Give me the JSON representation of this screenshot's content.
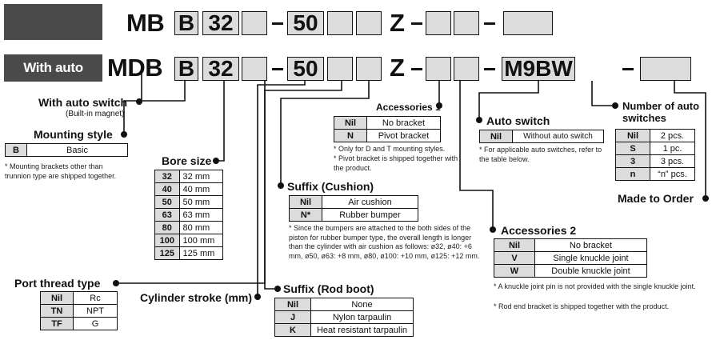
{
  "header": {
    "auto_switch_label": "With auto switch"
  },
  "row1": {
    "prefix": "MB",
    "mount_code": "B",
    "bore_code": "32",
    "stroke_code": "50",
    "suffix_z": "Z"
  },
  "row2": {
    "prefix": "MDB",
    "mount_code": "B",
    "bore_code": "32",
    "stroke_code": "50",
    "suffix_z": "Z",
    "switch_code": "M9BW"
  },
  "with_auto_switch": {
    "title": "With auto switch",
    "subtitle": "(Built-in magnet)"
  },
  "mounting_style": {
    "title": "Mounting style",
    "rows": [
      {
        "code": "B",
        "label": "Basic"
      }
    ],
    "note": "* Mounting brackets other than trunnion type are shipped together."
  },
  "bore_size": {
    "title": "Bore size",
    "rows": [
      {
        "code": "32",
        "label": "32 mm"
      },
      {
        "code": "40",
        "label": "40 mm"
      },
      {
        "code": "50",
        "label": "50 mm"
      },
      {
        "code": "63",
        "label": "63 mm"
      },
      {
        "code": "80",
        "label": "80 mm"
      },
      {
        "code": "100",
        "label": "100 mm"
      },
      {
        "code": "125",
        "label": "125 mm"
      }
    ]
  },
  "port_thread": {
    "title": "Port thread type",
    "rows": [
      {
        "code": "Nil",
        "label": "Rc"
      },
      {
        "code": "TN",
        "label": "NPT"
      },
      {
        "code": "TF",
        "label": "G"
      }
    ]
  },
  "cylinder_stroke": {
    "title": "Cylinder stroke (mm)"
  },
  "accessories1": {
    "title": "Accessories 1",
    "rows": [
      {
        "code": "Nil",
        "label": "No bracket"
      },
      {
        "code": "N",
        "label": "Pivot bracket"
      }
    ],
    "notes": [
      "* Only for D and T mounting styles.",
      "* Pivot bracket is shipped together with the product."
    ]
  },
  "suffix_cushion": {
    "title": "Suffix (Cushion)",
    "rows": [
      {
        "code": "Nil",
        "label": "Air cushion"
      },
      {
        "code": "N*",
        "label": "Rubber bumper"
      }
    ],
    "note": "* Since the bumpers are attached to the both sides of the piston for rubber bumper type, the overall length is longer than the cylinder with air cushion as follows: ø32, ø40: +6 mm, ø50, ø63: +8 mm, ø80, ø100: +10 mm, ø125: +12 mm."
  },
  "suffix_rod_boot": {
    "title": "Suffix (Rod boot)",
    "rows": [
      {
        "code": "Nil",
        "label": "None"
      },
      {
        "code": "J",
        "label": "Nylon tarpaulin"
      },
      {
        "code": "K",
        "label": "Heat resistant tarpaulin"
      }
    ]
  },
  "auto_switch": {
    "title": "Auto switch",
    "rows": [
      {
        "code": "Nil",
        "label": "Without auto switch"
      }
    ],
    "note": "* For applicable auto switches, refer to the table below."
  },
  "num_switches": {
    "title_line1": "Number of auto",
    "title_line2": "switches",
    "rows": [
      {
        "code": "Nil",
        "label": "2 pcs."
      },
      {
        "code": "S",
        "label": "1 pc."
      },
      {
        "code": "3",
        "label": "3 pcs."
      },
      {
        "code": "n",
        "label": "“n” pcs."
      }
    ]
  },
  "made_to_order": {
    "title": "Made to Order"
  },
  "accessories2": {
    "title": "Accessories 2",
    "rows": [
      {
        "code": "Nil",
        "label": "No bracket"
      },
      {
        "code": "V",
        "label": "Single knuckle joint"
      },
      {
        "code": "W",
        "label": "Double knuckle joint"
      }
    ],
    "notes": [
      "* A knuckle joint pin is not provided with the single knuckle joint.",
      "* Rod end bracket is shipped together with the product."
    ]
  }
}
